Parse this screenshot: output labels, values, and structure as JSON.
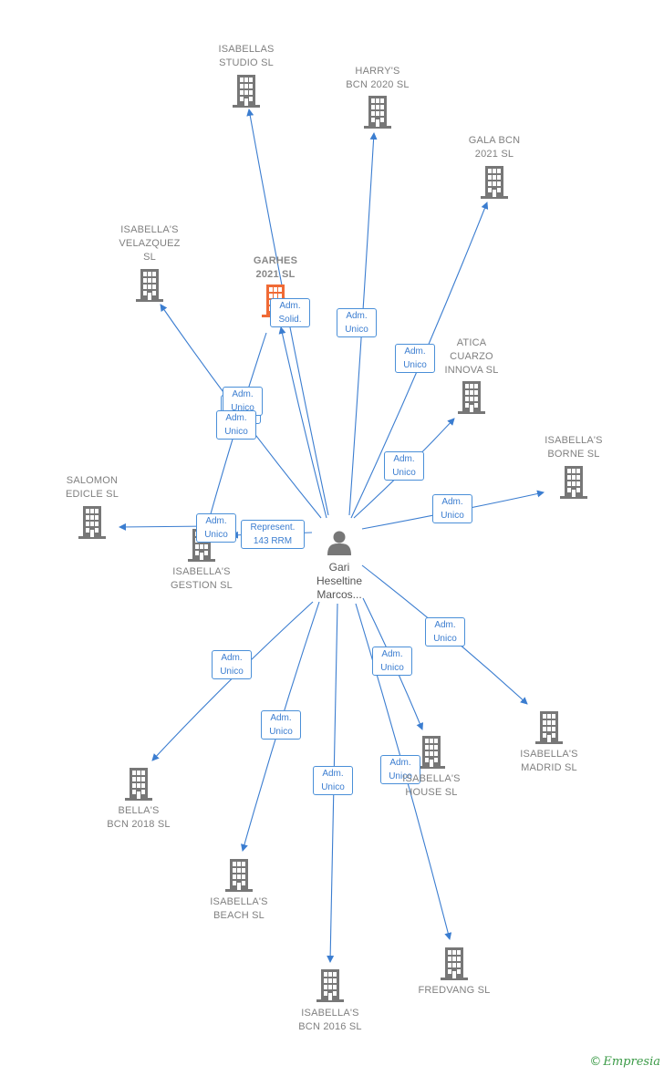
{
  "colors": {
    "edge": "#3b7dd0",
    "building": "#777777",
    "highlight": "#f06a35"
  },
  "center": {
    "name": "Gari\nHeseltine\nMarcos...",
    "icon": "person-icon"
  },
  "companies": [
    {
      "id": "isabellas-studio",
      "name": "ISABELLAS\nSTUDIO  SL",
      "icon": "building-icon",
      "highlight": false
    },
    {
      "id": "harrys-bcn",
      "name": "HARRY'S\nBCN 2020  SL",
      "icon": "building-icon",
      "highlight": false
    },
    {
      "id": "gala-bcn",
      "name": "GALA BCN\n2021  SL",
      "icon": "building-icon",
      "highlight": false
    },
    {
      "id": "isabellas-velazquez",
      "name": "ISABELLA'S\nVELAZQUEZ\nSL",
      "icon": "building-icon",
      "highlight": false
    },
    {
      "id": "garhes",
      "name": "GARHES\n2021  SL",
      "icon": "building-icon",
      "highlight": true
    },
    {
      "id": "atica",
      "name": "ATICA\nCUARZO\nINNOVA  SL",
      "icon": "building-icon",
      "highlight": false
    },
    {
      "id": "isabellas-borne",
      "name": "ISABELLA'S\nBORNE  SL",
      "icon": "building-icon",
      "highlight": false
    },
    {
      "id": "salomon",
      "name": "SALOMON\nEDICLE  SL",
      "icon": "building-icon",
      "highlight": false
    },
    {
      "id": "isabellas-gestion",
      "name": "ISABELLA'S\nGESTION  SL",
      "icon": "building-icon",
      "highlight": false
    },
    {
      "id": "isabellas-madrid",
      "name": "ISABELLA'S\nMADRID  SL",
      "icon": "building-icon",
      "highlight": false
    },
    {
      "id": "isabellas-house",
      "name": "ISABELLA'S\nHOUSE  SL",
      "icon": "building-icon",
      "highlight": false
    },
    {
      "id": "bellas-bcn",
      "name": "BELLA'S\nBCN 2018  SL",
      "icon": "building-icon",
      "highlight": false
    },
    {
      "id": "isabellas-beach",
      "name": "ISABELLA'S\nBEACH  SL",
      "icon": "building-icon",
      "highlight": false
    },
    {
      "id": "fredvang",
      "name": "FREDVANG SL",
      "icon": "building-icon",
      "highlight": false
    },
    {
      "id": "isabellas-bcn2016",
      "name": "ISABELLA'S\nBCN 2016  SL",
      "icon": "building-icon",
      "highlight": false
    }
  ],
  "edges": [
    {
      "target": "isabellas-studio",
      "label": "Adm.\nUnico"
    },
    {
      "target": "harrys-bcn",
      "label": "Adm.\nUnico"
    },
    {
      "target": "gala-bcn",
      "label": "Adm.\nUnico"
    },
    {
      "target": "isabellas-velazquez",
      "label": "Adm.\nUnico"
    },
    {
      "target": "garhes",
      "label": "Adm.\nSolid."
    },
    {
      "target": "isabellas-gestion",
      "label": "Adm.\nUnico"
    },
    {
      "target": "atica",
      "label": "Adm.\nUnico"
    },
    {
      "target": "isabellas-borne",
      "label": "Adm.\nUnico"
    },
    {
      "target": "isabellas-gestion",
      "label": "Represent.\n143 RRM"
    },
    {
      "target": "salomon",
      "label": "Adm.\nUnico"
    },
    {
      "target": "isabellas-madrid",
      "label": "Adm.\nUnico"
    },
    {
      "target": "isabellas-house",
      "label": "Adm.\nUnico"
    },
    {
      "target": "bellas-bcn",
      "label": "Adm.\nUnico"
    },
    {
      "target": "isabellas-beach",
      "label": "Adm.\nUnico"
    },
    {
      "target": "isabellas-bcn2016",
      "label": "Adm.\nUnico"
    },
    {
      "target": "fredvang",
      "label": "Adm.\nUnico"
    }
  ],
  "footer": {
    "copyright": "©",
    "brand": "Empresia"
  }
}
